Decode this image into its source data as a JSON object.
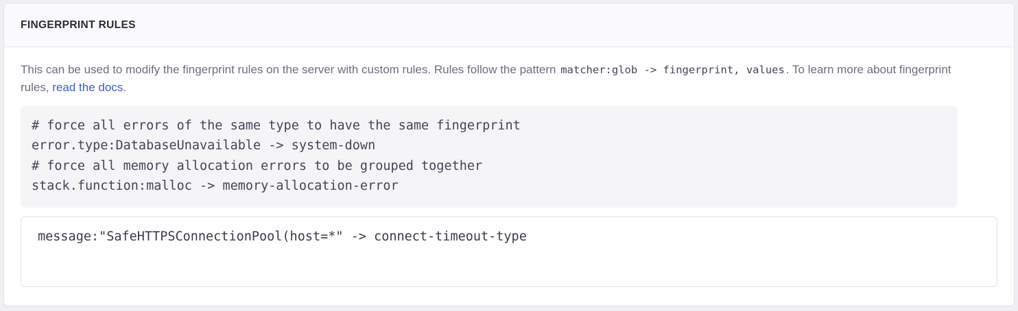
{
  "panel": {
    "title": "FINGERPRINT RULES"
  },
  "description": {
    "part1": "This can be used to modify the fingerprint rules on the server with custom rules. Rules follow the pattern ",
    "inline_code": "matcher:glob -> fingerprint, values",
    "part2": ". To learn more about fingerprint rules, ",
    "link_text": "read the docs",
    "part3": "."
  },
  "example_code": {
    "lines": [
      "# force all errors of the same type to have the same fingerprint",
      "error.type:DatabaseUnavailable -> system-down",
      "# force all memory allocation errors to be grouped together",
      "stack.function:malloc -> memory-allocation-error"
    ],
    "text": "# force all errors of the same type to have the same fingerprint\nerror.type:DatabaseUnavailable -> system-down\n# force all memory allocation errors to be grouped together\nstack.function:malloc -> memory-allocation-error"
  },
  "rules_input": {
    "value": "message:\"SafeHTTPSConnectionPool(host=*\" -> connect-timeout-type",
    "placeholder": ""
  },
  "colors": {
    "link": "#3b5ccc",
    "title": "#2f2936",
    "body_text": "#726b7e",
    "code_bg": "#f5f5f8",
    "panel_bg": "#ffffff",
    "header_bg": "#faf9fb",
    "page_bg": "#f0eff4"
  }
}
